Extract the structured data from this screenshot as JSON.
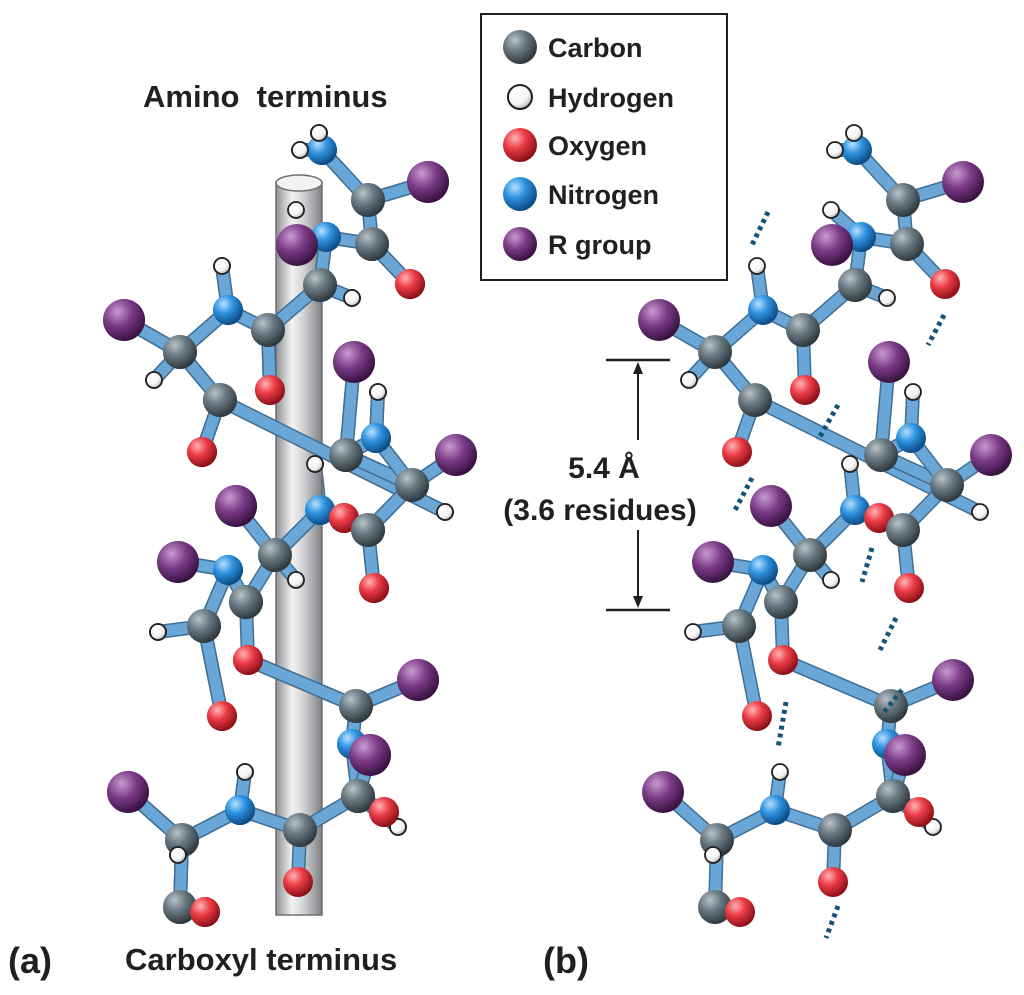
{
  "labels": {
    "amino": "Amino  terminus",
    "carboxyl": "Carboxyl terminus",
    "panel_a": "(a)",
    "panel_b": "(b)",
    "pitch": "5.4 Å",
    "residues": "(3.6 residues)"
  },
  "legend": [
    {
      "label": "Carbon",
      "color": "#5f6d75",
      "atom": "C"
    },
    {
      "label": "Hydrogen",
      "color": "#ffffff",
      "atom": "H"
    },
    {
      "label": "Oxygen",
      "color": "#e8363f",
      "atom": "O"
    },
    {
      "label": "Nitrogen",
      "color": "#2d8fdc",
      "atom": "N"
    },
    {
      "label": "R group",
      "color": "#7a3a86",
      "atom": "R"
    }
  ],
  "colors": {
    "C": "#5f6d75",
    "H": "#ffffff",
    "O": "#e8363f",
    "N": "#2d8fdc",
    "R": "#7a3a86",
    "bond": "#6aa7d6",
    "hbond": "#15547a"
  }
}
